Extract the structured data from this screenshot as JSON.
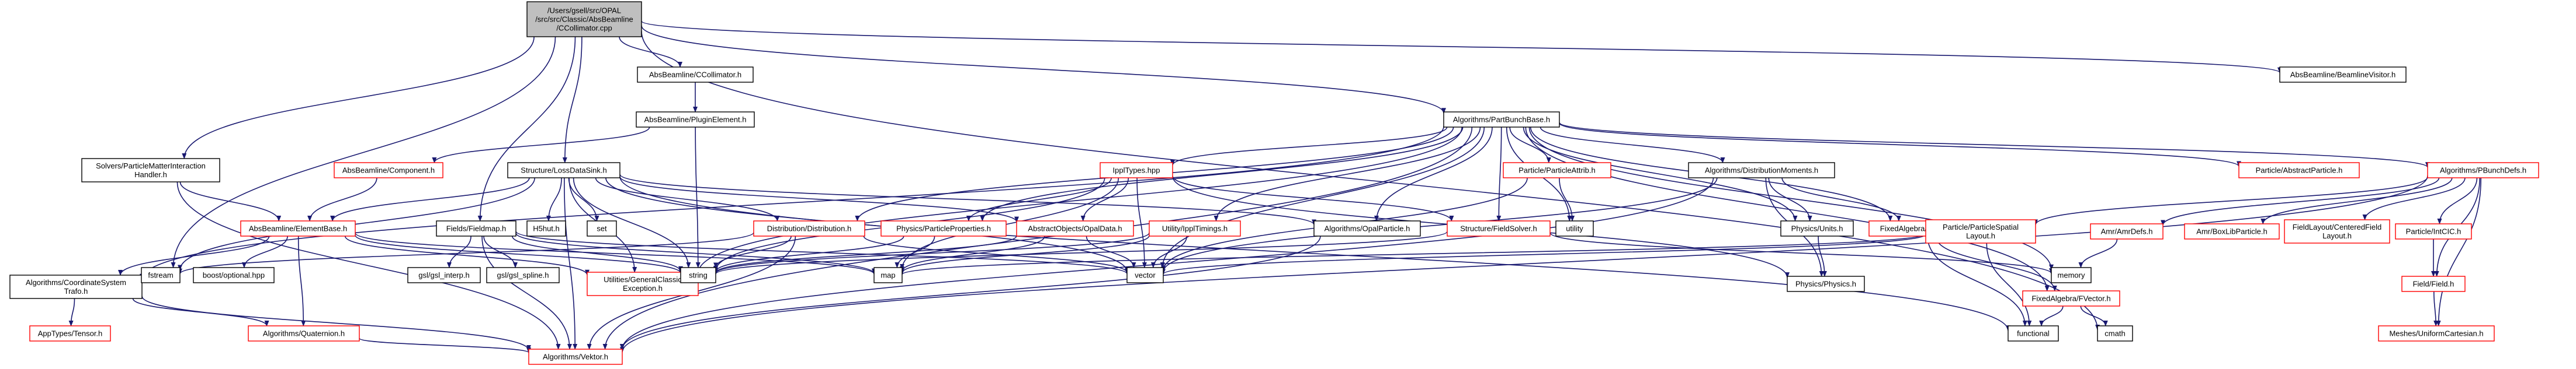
{
  "diagram": {
    "colors": {
      "edge": "#191970",
      "root_fill": "#bfbfbf",
      "node_border_black": "#000000",
      "node_border_red": "#ff0000",
      "text": "#000000"
    },
    "nodes": [
      {
        "id": "root",
        "lines": [
          "/Users/gsell/src/OPAL",
          "/src/src/Classic/AbsBeamline",
          "/CCollimator.cpp"
        ],
        "style": "root"
      },
      {
        "id": "ccollimator_h",
        "lines": [
          "AbsBeamline/CCollimator.h"
        ],
        "style": "black"
      },
      {
        "id": "beamlinevisitor_h",
        "lines": [
          "AbsBeamline/BeamlineVisitor.h"
        ],
        "style": "black"
      },
      {
        "id": "pluginelement_h",
        "lines": [
          "AbsBeamline/PluginElement.h"
        ],
        "style": "black"
      },
      {
        "id": "partbunchbase_h",
        "lines": [
          "Algorithms/PartBunchBase.h"
        ],
        "style": "black"
      },
      {
        "id": "particlematter_h",
        "lines": [
          "Solvers/ParticleMatterInteraction",
          "Handler.h"
        ],
        "style": "black"
      },
      {
        "id": "component_h",
        "lines": [
          "AbsBeamline/Component.h"
        ],
        "style": "red"
      },
      {
        "id": "lossdatasink_h",
        "lines": [
          "Structure/LossDataSink.h"
        ],
        "style": "black"
      },
      {
        "id": "ippltypes",
        "lines": [
          "IpplTypes.hpp"
        ],
        "style": "red"
      },
      {
        "id": "partattrib_h",
        "lines": [
          "Particle/ParticleAttrib.h"
        ],
        "style": "red"
      },
      {
        "id": "distmoments_h",
        "lines": [
          "Algorithms/DistributionMoments.h"
        ],
        "style": "black"
      },
      {
        "id": "abstractparticle_h",
        "lines": [
          "Particle/AbstractParticle.h"
        ],
        "style": "red"
      },
      {
        "id": "pbunchdefs_h",
        "lines": [
          "Algorithms/PBunchDefs.h"
        ],
        "style": "red"
      },
      {
        "id": "elementbase_h",
        "lines": [
          "AbsBeamline/ElementBase.h"
        ],
        "style": "red"
      },
      {
        "id": "fieldmap_h",
        "lines": [
          "Fields/Fieldmap.h"
        ],
        "style": "black"
      },
      {
        "id": "h5hut_h",
        "lines": [
          "H5hut.h"
        ],
        "style": "black"
      },
      {
        "id": "set",
        "lines": [
          "set"
        ],
        "style": "black"
      },
      {
        "id": "ippltimings_h",
        "lines": [
          "Utility/IpplTimings.h"
        ],
        "style": "red"
      },
      {
        "id": "distribution_h",
        "lines": [
          "Distribution/Distribution.h"
        ],
        "style": "red"
      },
      {
        "id": "particleprops_h",
        "lines": [
          "Physics/ParticleProperties.h"
        ],
        "style": "red"
      },
      {
        "id": "opaldata_h",
        "lines": [
          "AbstractObjects/OpalData.h"
        ],
        "style": "red"
      },
      {
        "id": "opalparticle_h",
        "lines": [
          "Algorithms/OpalParticle.h"
        ],
        "style": "black"
      },
      {
        "id": "fieldsolver_h",
        "lines": [
          "Structure/FieldSolver.h"
        ],
        "style": "red"
      },
      {
        "id": "utility",
        "lines": [
          "utility"
        ],
        "style": "black"
      },
      {
        "id": "units_h",
        "lines": [
          "Physics/Units.h"
        ],
        "style": "black"
      },
      {
        "id": "fmatrix_h",
        "lines": [
          "FixedAlgebra/FMatrix.h"
        ],
        "style": "red"
      },
      {
        "id": "spatiallayout_h",
        "lines": [
          "Particle/ParticleSpatial",
          "Layout.h"
        ],
        "style": "red"
      },
      {
        "id": "amrdefs_h",
        "lines": [
          "Amr/AmrDefs.h"
        ],
        "style": "red"
      },
      {
        "id": "boxlibparticle_h",
        "lines": [
          "Amr/BoxLibParticle.h"
        ],
        "style": "red"
      },
      {
        "id": "centeredfield_h",
        "lines": [
          "FieldLayout/CenteredField",
          "Layout.h"
        ],
        "style": "red"
      },
      {
        "id": "intcic_h",
        "lines": [
          "Particle/IntCIC.h"
        ],
        "style": "red"
      },
      {
        "id": "coordsystem_h",
        "lines": [
          "Algorithms/CoordinateSystem",
          "Trafo.h"
        ],
        "style": "black"
      },
      {
        "id": "fstream",
        "lines": [
          "fstream"
        ],
        "style": "black"
      },
      {
        "id": "boostoptional",
        "lines": [
          "boost/optional.hpp"
        ],
        "style": "black"
      },
      {
        "id": "gsl_interp",
        "lines": [
          "gsl/gsl_interp.h"
        ],
        "style": "black"
      },
      {
        "id": "gsl_spline",
        "lines": [
          "gsl/gsl_spline.h"
        ],
        "style": "black"
      },
      {
        "id": "generalexception_h",
        "lines": [
          "Utilities/GeneralClassic",
          "Exception.h"
        ],
        "style": "red"
      },
      {
        "id": "string",
        "lines": [
          "string"
        ],
        "style": "black"
      },
      {
        "id": "map",
        "lines": [
          "map"
        ],
        "style": "black"
      },
      {
        "id": "vector",
        "lines": [
          "vector"
        ],
        "style": "black"
      },
      {
        "id": "physics_h",
        "lines": [
          "Physics/Physics.h"
        ],
        "style": "black"
      },
      {
        "id": "memory",
        "lines": [
          "memory"
        ],
        "style": "black"
      },
      {
        "id": "fvector_h",
        "lines": [
          "FixedAlgebra/FVector.h"
        ],
        "style": "red"
      },
      {
        "id": "field_h",
        "lines": [
          "Field/Field.h"
        ],
        "style": "red"
      },
      {
        "id": "tensor_h",
        "lines": [
          "AppTypes/Tensor.h"
        ],
        "style": "red"
      },
      {
        "id": "quaternion_h",
        "lines": [
          "Algorithms/Quaternion.h"
        ],
        "style": "red"
      },
      {
        "id": "functional",
        "lines": [
          "functional"
        ],
        "style": "black"
      },
      {
        "id": "cmath",
        "lines": [
          "cmath"
        ],
        "style": "black"
      },
      {
        "id": "vektor_h",
        "lines": [
          "Algorithms/Vektor.h"
        ],
        "style": "red"
      },
      {
        "id": "uniformcartesian_h",
        "lines": [
          "Meshes/UniformCartesian.h"
        ],
        "style": "red"
      }
    ],
    "edges": [
      [
        "root",
        "ccollimator_h"
      ],
      [
        "root",
        "beamlinevisitor_h"
      ],
      [
        "root",
        "partbunchbase_h"
      ],
      [
        "root",
        "particlematter_h"
      ],
      [
        "root",
        "lossdatasink_h"
      ],
      [
        "root",
        "fieldmap_h"
      ],
      [
        "root",
        "fstream"
      ],
      [
        "root",
        "cmath"
      ],
      [
        "ccollimator_h",
        "pluginelement_h"
      ],
      [
        "pluginelement_h",
        "component_h"
      ],
      [
        "pluginelement_h",
        "string"
      ],
      [
        "component_h",
        "elementbase_h"
      ],
      [
        "particlematter_h",
        "elementbase_h"
      ],
      [
        "particlematter_h",
        "vektor_h"
      ],
      [
        "partbunchbase_h",
        "ippltypes"
      ],
      [
        "partbunchbase_h",
        "partattrib_h"
      ],
      [
        "partbunchbase_h",
        "distmoments_h"
      ],
      [
        "partbunchbase_h",
        "abstractparticle_h"
      ],
      [
        "partbunchbase_h",
        "pbunchdefs_h"
      ],
      [
        "partbunchbase_h",
        "distribution_h"
      ],
      [
        "partbunchbase_h",
        "particleprops_h"
      ],
      [
        "partbunchbase_h",
        "opalparticle_h"
      ],
      [
        "partbunchbase_h",
        "fieldsolver_h"
      ],
      [
        "partbunchbase_h",
        "utility"
      ],
      [
        "partbunchbase_h",
        "units_h"
      ],
      [
        "partbunchbase_h",
        "fmatrix_h"
      ],
      [
        "partbunchbase_h",
        "memory"
      ],
      [
        "partbunchbase_h",
        "vector"
      ],
      [
        "partbunchbase_h",
        "generalexception_h"
      ],
      [
        "partbunchbase_h",
        "coordsystem_h"
      ],
      [
        "partbunchbase_h",
        "vektor_h"
      ],
      [
        "partbunchbase_h",
        "fvector_h"
      ],
      [
        "partbunchbase_h",
        "ippltimings_h"
      ],
      [
        "lossdatasink_h",
        "elementbase_h"
      ],
      [
        "lossdatasink_h",
        "h5hut_h"
      ],
      [
        "lossdatasink_h",
        "set"
      ],
      [
        "lossdatasink_h",
        "opaldata_h"
      ],
      [
        "lossdatasink_h",
        "string"
      ],
      [
        "lossdatasink_h",
        "fstream"
      ],
      [
        "lossdatasink_h",
        "vector"
      ],
      [
        "lossdatasink_h",
        "functional"
      ],
      [
        "lossdatasink_h",
        "generalexception_h"
      ],
      [
        "lossdatasink_h",
        "opalparticle_h"
      ],
      [
        "lossdatasink_h",
        "distribution_h"
      ],
      [
        "lossdatasink_h",
        "vektor_h"
      ],
      [
        "ippltypes",
        "opaldata_h"
      ],
      [
        "ippltypes",
        "fieldsolver_h"
      ],
      [
        "ippltypes",
        "particleprops_h"
      ],
      [
        "ippltypes",
        "vector"
      ],
      [
        "ippltypes",
        "string"
      ],
      [
        "ippltypes",
        "map"
      ],
      [
        "ippltypes",
        "physics_h"
      ],
      [
        "partattrib_h",
        "utility"
      ],
      [
        "partattrib_h",
        "vector"
      ],
      [
        "distmoments_h",
        "units_h"
      ],
      [
        "distmoments_h",
        "physics_h"
      ],
      [
        "distmoments_h",
        "vector"
      ],
      [
        "distmoments_h",
        "vektor_h"
      ],
      [
        "distmoments_h",
        "fmatrix_h"
      ],
      [
        "pbunchdefs_h",
        "spatiallayout_h"
      ],
      [
        "pbunchdefs_h",
        "amrdefs_h"
      ],
      [
        "pbunchdefs_h",
        "boxlibparticle_h"
      ],
      [
        "pbunchdefs_h",
        "centeredfield_h"
      ],
      [
        "pbunchdefs_h",
        "intcic_h"
      ],
      [
        "pbunchdefs_h",
        "field_h"
      ],
      [
        "pbunchdefs_h",
        "uniformcartesian_h"
      ],
      [
        "pbunchdefs_h",
        "vektor_h"
      ],
      [
        "elementbase_h",
        "coordsystem_h"
      ],
      [
        "elementbase_h",
        "boostoptional"
      ],
      [
        "elementbase_h",
        "string"
      ],
      [
        "elementbase_h",
        "map"
      ],
      [
        "elementbase_h",
        "quaternion_h"
      ],
      [
        "elementbase_h",
        "generalexception_h"
      ],
      [
        "fieldmap_h",
        "gsl_interp"
      ],
      [
        "fieldmap_h",
        "gsl_spline"
      ],
      [
        "fieldmap_h",
        "string"
      ],
      [
        "fieldmap_h",
        "map"
      ],
      [
        "fieldmap_h",
        "vector"
      ],
      [
        "fieldmap_h",
        "vektor_h"
      ],
      [
        "ippltimings_h",
        "string"
      ],
      [
        "ippltimings_h",
        "map"
      ],
      [
        "ippltimings_h",
        "vector"
      ],
      [
        "distribution_h",
        "string"
      ],
      [
        "distribution_h",
        "vector"
      ],
      [
        "distribution_h",
        "vektor_h"
      ],
      [
        "distribution_h",
        "fstream"
      ],
      [
        "particleprops_h",
        "string"
      ],
      [
        "particleprops_h",
        "map"
      ],
      [
        "opaldata_h",
        "string"
      ],
      [
        "opaldata_h",
        "map"
      ],
      [
        "opaldata_h",
        "vector"
      ],
      [
        "opalparticle_h",
        "vektor_h"
      ],
      [
        "fieldsolver_h",
        "string"
      ],
      [
        "fieldsolver_h",
        "memory"
      ],
      [
        "units_h",
        "physics_h"
      ],
      [
        "fmatrix_h",
        "fvector_h"
      ],
      [
        "fmatrix_h",
        "functional"
      ],
      [
        "spatiallayout_h",
        "vector"
      ],
      [
        "spatiallayout_h",
        "map"
      ],
      [
        "spatiallayout_h",
        "functional"
      ],
      [
        "amrdefs_h",
        "memory"
      ],
      [
        "intcic_h",
        "field_h"
      ],
      [
        "field_h",
        "uniformcartesian_h"
      ],
      [
        "coordsystem_h",
        "tensor_h"
      ],
      [
        "coordsystem_h",
        "quaternion_h"
      ],
      [
        "coordsystem_h",
        "vektor_h"
      ],
      [
        "quaternion_h",
        "vektor_h"
      ],
      [
        "fvector_h",
        "cmath"
      ],
      [
        "fvector_h",
        "functional"
      ]
    ]
  }
}
